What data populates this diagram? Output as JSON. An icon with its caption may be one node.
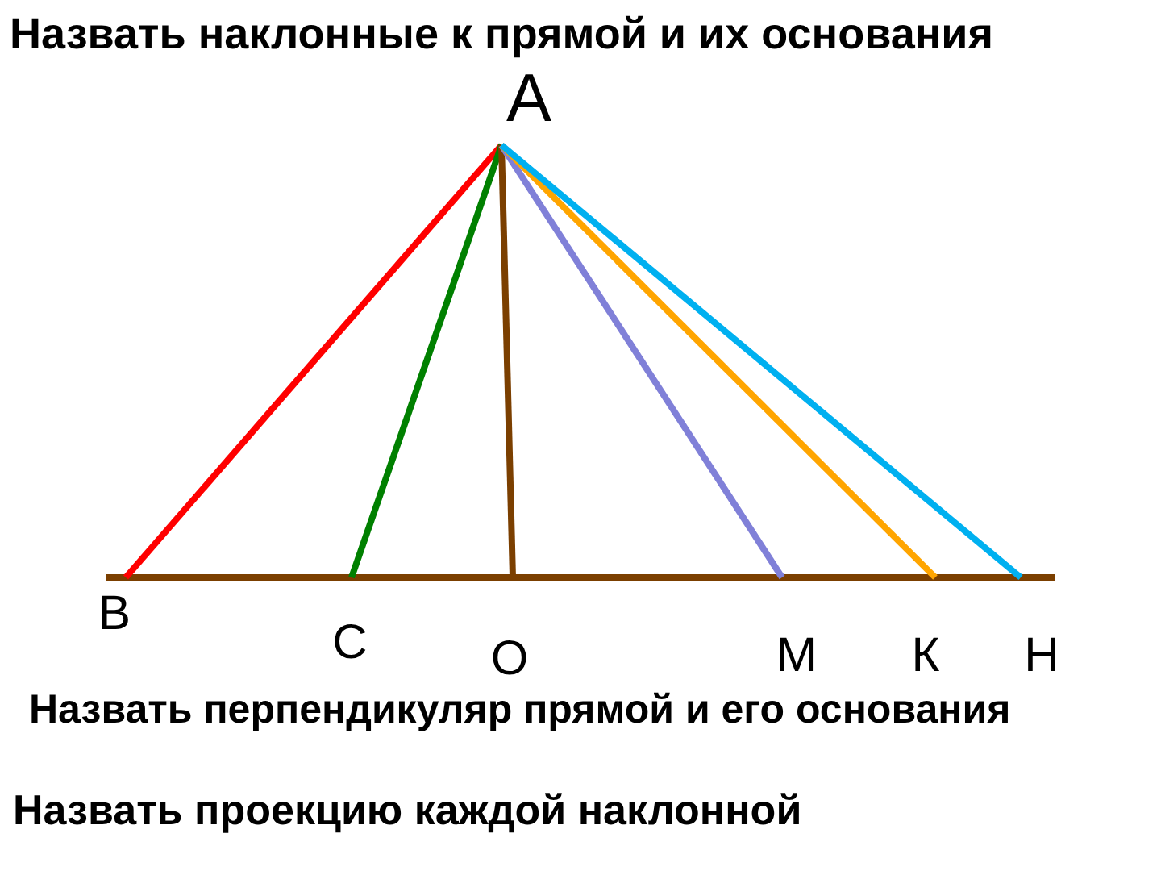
{
  "diagram": {
    "title": "Назвать наклонные к прямой и их основания",
    "nodes": [
      {
        "text": [
          "А"
        ]
      },
      {
        "text": [
          "В"
        ]
      },
      {
        "text": [
          "С"
        ]
      },
      {
        "text": [
          "О"
        ]
      },
      {
        "text": [
          "М"
        ]
      },
      {
        "text": [
          "К"
        ]
      },
      {
        "text": [
          "Н"
        ]
      }
    ],
    "edges": [
      {
        "from": 0,
        "to": 1,
        "arrow": "none",
        "color": "#ff0000"
      },
      {
        "from": 0,
        "to": 2,
        "arrow": "none",
        "color": "#008000"
      },
      {
        "from": 0,
        "to": 3,
        "arrow": "none",
        "color": "#7b3f00"
      },
      {
        "from": 0,
        "to": 4,
        "arrow": "none",
        "color": "#8080d8"
      },
      {
        "from": 0,
        "to": 5,
        "arrow": "none",
        "color": "#ffa500"
      },
      {
        "from": 0,
        "to": 6,
        "arrow": "none",
        "color": "#00b0f0"
      }
    ],
    "labels": [
      "Назвать перпендикуляр прямой и его основания",
      "Назвать проекцию каждой наклонной"
    ]
  }
}
